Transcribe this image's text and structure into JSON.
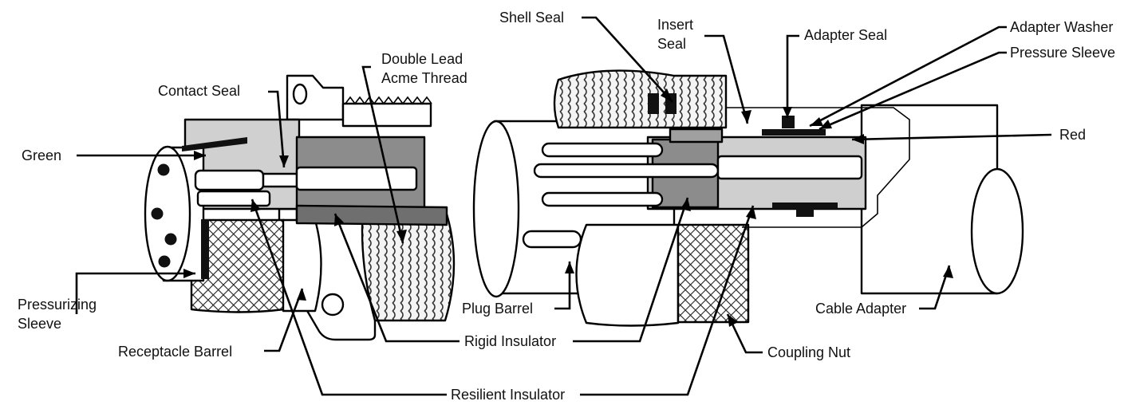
{
  "diagram": {
    "labels": {
      "shell_seal": "Shell Seal",
      "insert_seal_l1": "Insert",
      "insert_seal_l2": "Seal",
      "adapter_seal": "Adapter Seal",
      "adapter_washer": "Adapter Washer",
      "pressure_sleeve": "Pressure Sleeve",
      "red": "Red",
      "double_lead_l1": "Double Lead",
      "double_lead_l2": "Acme Thread",
      "contact_seal": "Contact Seal",
      "green": "Green",
      "pressurizing_l1": "Pressurizing",
      "pressurizing_l2": "Sleeve",
      "receptacle_barrel": "Receptacle Barrel",
      "rigid_insulator": "Rigid Insulator",
      "resilient_insulator": "Resilient Insulator",
      "plug_barrel": "Plug Barrel",
      "cable_adapter": "Cable Adapter",
      "coupling_nut": "Coupling Nut"
    }
  }
}
